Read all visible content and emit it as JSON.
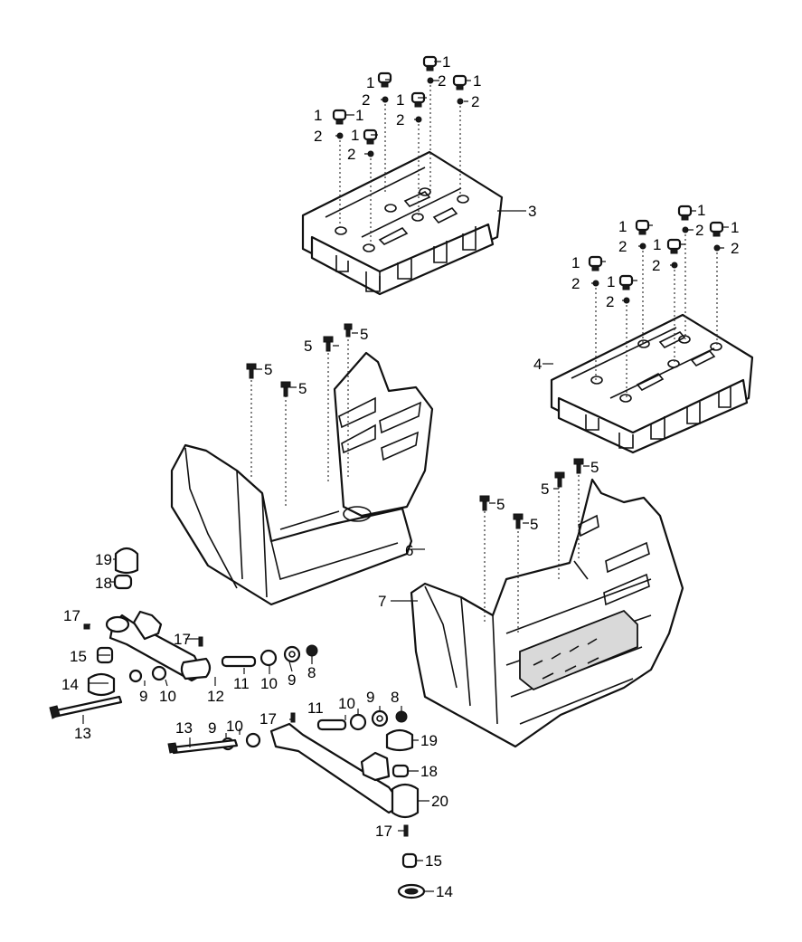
{
  "callouts": {
    "p1": "1",
    "p2": "2",
    "p3": "3",
    "p4": "4",
    "p5": "5",
    "p6": "6",
    "p7": "7",
    "p8": "8",
    "p9": "9",
    "p10": "10",
    "p11": "11",
    "p12": "12",
    "p13": "13",
    "p14": "14",
    "p15": "15",
    "p17": "17",
    "p18": "18",
    "p19": "19",
    "p20": "20"
  }
}
